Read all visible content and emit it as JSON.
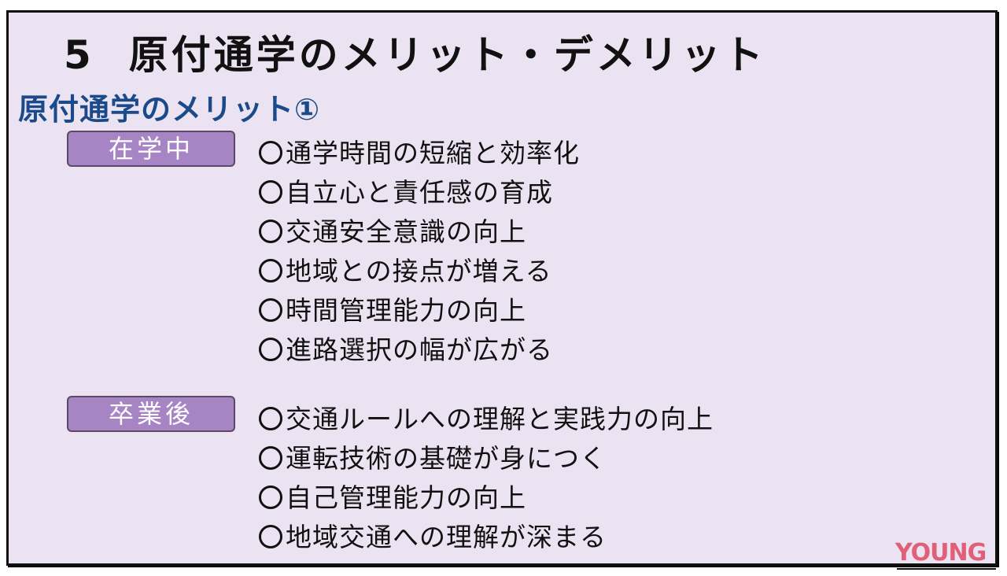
{
  "slide": {
    "title_number": "5",
    "title": "原付通学のメリット・デメリット",
    "subtitle": "原付通学のメリット①",
    "sections": [
      {
        "tag": "在学中",
        "items": [
          "通学時間の短縮と効率化",
          "自立心と責任感の育成",
          "交通安全意識の向上",
          "地域との接点が増える",
          "時間管理能力の向上",
          "進路選択の幅が広がる"
        ]
      },
      {
        "tag": "卒業後",
        "items": [
          "交通ルールへの理解と実践力の向上",
          "運転技術の基礎が身につく",
          "自己管理能力の向上",
          "地域交通への理解が深まる"
        ]
      }
    ],
    "bullet_icon": "circle-outline-icon"
  },
  "watermark": {
    "text": "YOUNG",
    "color": "#e0607a"
  },
  "colors": {
    "background": "#ebe3f1",
    "subtitle": "#1b4a8a",
    "tag": "#a784c4"
  }
}
